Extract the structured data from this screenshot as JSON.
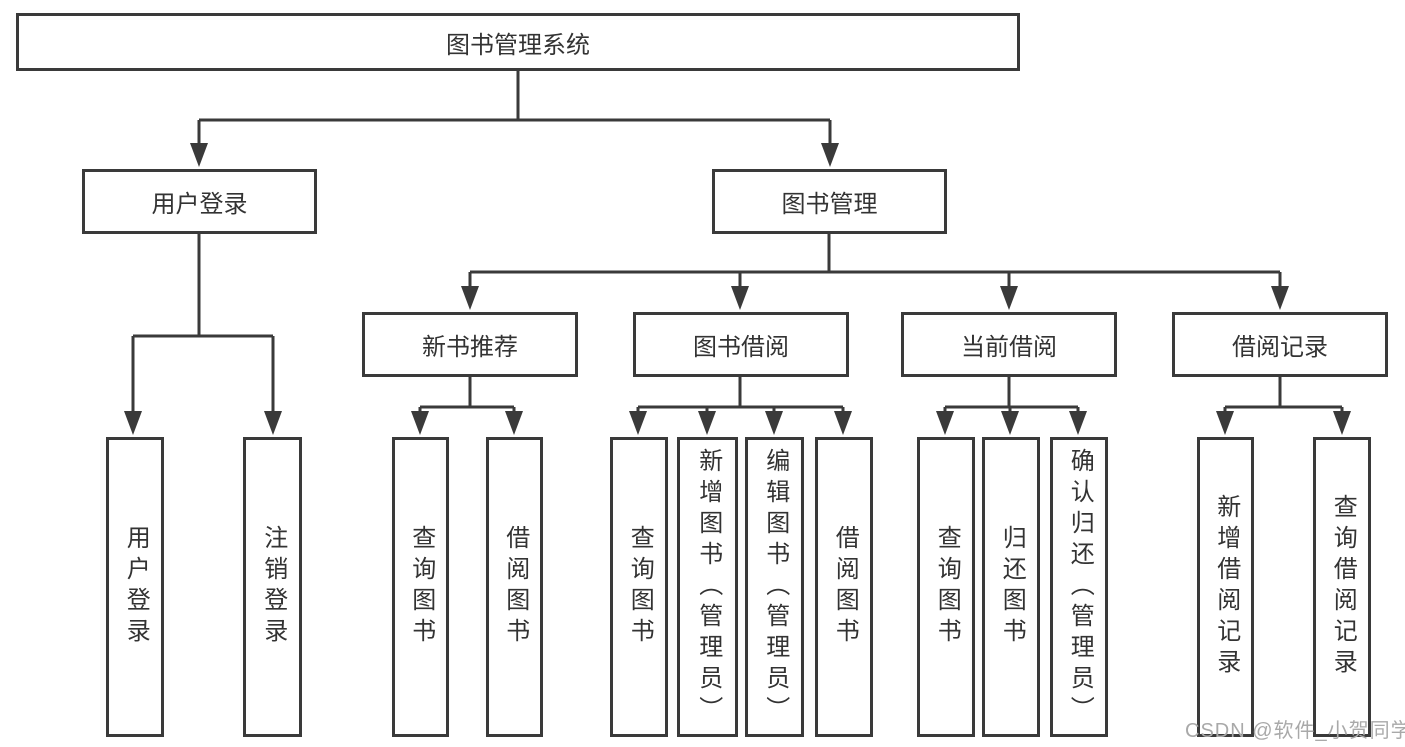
{
  "colors": {
    "line": "#3a3a3a",
    "text": "#333333",
    "watermark": "#a9a9a9",
    "background": "#ffffff"
  },
  "watermark": "CSDN @软件_小贺同学",
  "tree": {
    "root": {
      "label": "图书管理系统"
    },
    "level2": [
      {
        "label": "用户登录",
        "children": [
          {
            "label": "用户登录"
          },
          {
            "label": "注销登录"
          }
        ]
      },
      {
        "label": "图书管理",
        "children": [
          {
            "label": "新书推荐",
            "children": [
              {
                "label": "查询图书"
              },
              {
                "label": "借阅图书"
              }
            ]
          },
          {
            "label": "图书借阅",
            "children": [
              {
                "label": "查询图书"
              },
              {
                "label": "新增图书（管理员）"
              },
              {
                "label": "编辑图书（管理员）"
              },
              {
                "label": "借阅图书"
              }
            ]
          },
          {
            "label": "当前借阅",
            "children": [
              {
                "label": "查询图书"
              },
              {
                "label": "归还图书"
              },
              {
                "label": "确认归还（管理员）"
              }
            ]
          },
          {
            "label": "借阅记录",
            "children": [
              {
                "label": "新增借阅记录"
              },
              {
                "label": "查询借阅记录"
              }
            ]
          }
        ]
      }
    ]
  }
}
